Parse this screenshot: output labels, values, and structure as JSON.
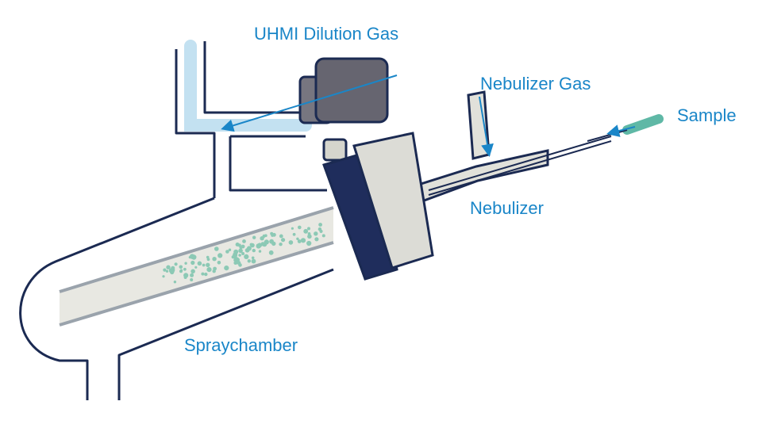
{
  "labels": {
    "uhmi_dilution_gas": "UHMI Dilution Gas",
    "nebulizer_gas": "Nebulizer Gas",
    "sample": "Sample",
    "nebulizer": "Nebulizer",
    "spraychamber": "Spraychamber"
  },
  "colors": {
    "outline": "#1b2a52",
    "label": "#1a86c8",
    "end_cap_navy": "#1f2d5c",
    "end_cap_light": "#dcdcd6",
    "inner_tube": "#e8e8e2",
    "droplets": "#8cc9b5",
    "sample_tip": "#5fb8a6",
    "gas_glow": "#b9dcef",
    "connector": "#686770"
  }
}
